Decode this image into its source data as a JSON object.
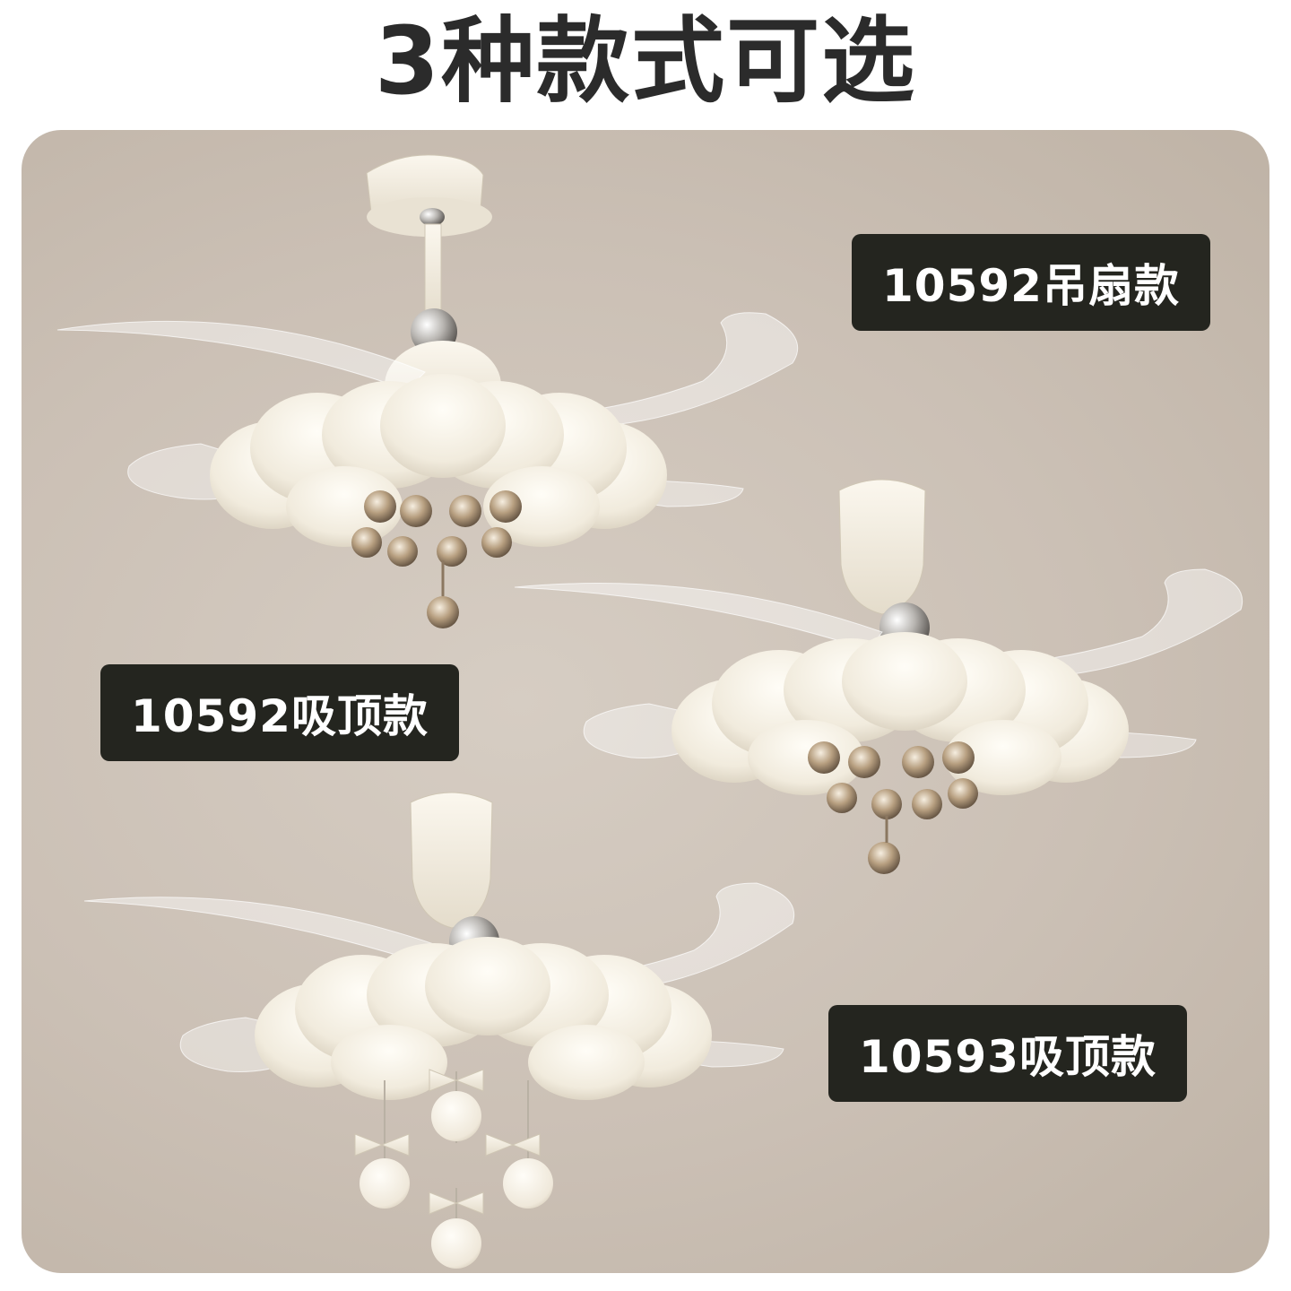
{
  "title": "3种款式可选",
  "products": [
    {
      "label": "10592吊扇款"
    },
    {
      "label": "10592吸顶款"
    },
    {
      "label": "10593吸顶款"
    }
  ],
  "colors": {
    "background": "#ffffff",
    "panel": "#cbc0b5",
    "label_bg": "#24251f",
    "label_text": "#ffffff",
    "title_text": "#2b2b2b"
  }
}
